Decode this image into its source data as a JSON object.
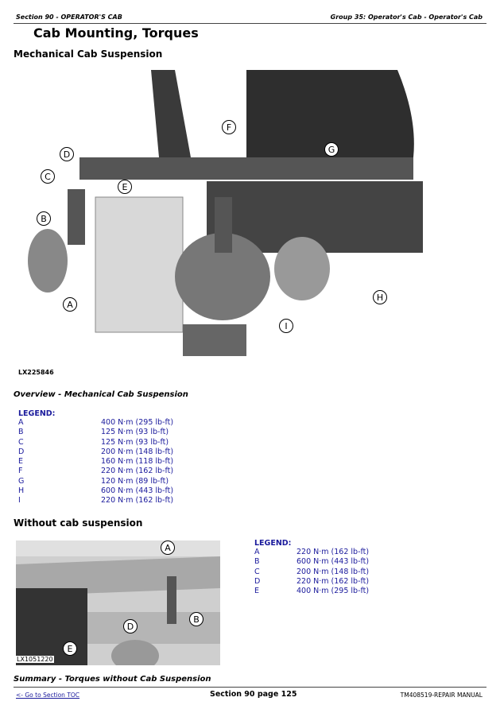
{
  "header": {
    "left": "Section 90 - OPERATOR'S CAB",
    "right": "Group 35: Operator's Cab - Operator's Cab"
  },
  "title": "Cab Mounting, Torques",
  "section1": {
    "heading": "Mechanical Cab Suspension",
    "figure_id": "LX225846",
    "caption": "Overview - Mechanical Cab Suspension",
    "callouts": [
      "A",
      "B",
      "C",
      "D",
      "E",
      "F",
      "G",
      "H",
      "I"
    ],
    "legend_title": "LEGEND:",
    "legend": [
      [
        "A",
        "400 N·m (295 lb-ft)"
      ],
      [
        "B",
        "125 N·m (93 lb-ft)"
      ],
      [
        "C",
        "125 N·m (93 lb-ft)"
      ],
      [
        "D",
        "200 N·m (148 lb-ft)"
      ],
      [
        "E",
        "160 N·m (118 lb-ft)"
      ],
      [
        "F",
        "220 N·m (162 lb-ft)"
      ],
      [
        "G",
        "120 N·m (89 lb-ft)"
      ],
      [
        "H",
        "600 N·m (443 lb-ft)"
      ],
      [
        "I",
        "220 N·m (162 lb-ft)"
      ]
    ]
  },
  "section2": {
    "heading": "Without cab suspension",
    "figure_id": "LX1051220",
    "caption": "Summary - Torques without Cab Suspension",
    "callouts": [
      "A",
      "B",
      "D",
      "E"
    ],
    "legend_title": "LEGEND:",
    "legend": [
      [
        "A",
        "220 N·m (162 lb-ft)"
      ],
      [
        "B",
        "600 N·m (443 lb-ft)"
      ],
      [
        "C",
        "200 N·m (148 lb-ft)"
      ],
      [
        "D",
        "220 N·m (162 lb-ft)"
      ],
      [
        "E",
        "400 N·m (295 lb-ft)"
      ]
    ]
  },
  "footer": {
    "toc_link": "<- Go to Section TOC",
    "page": "Section 90 page 125",
    "manual": "TM408519-REPAIR MANUAL"
  }
}
